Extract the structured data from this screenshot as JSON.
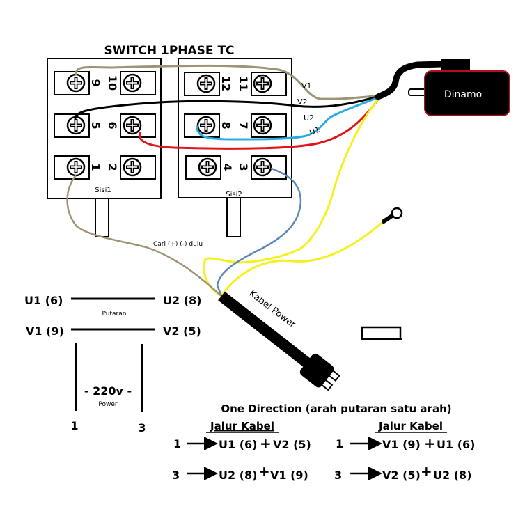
{
  "title": "SWITCH 1PHASE TC",
  "switch": {
    "side1": {
      "label": "Sisi1",
      "terminals": [
        {
          "id": "t9",
          "number": "9"
        },
        {
          "id": "t10",
          "number": "10"
        },
        {
          "id": "t5",
          "number": "5"
        },
        {
          "id": "t6",
          "number": "6"
        },
        {
          "id": "t1",
          "number": "1"
        },
        {
          "id": "t2",
          "number": "2"
        }
      ]
    },
    "side2": {
      "label": "Sisi2",
      "terminals": [
        {
          "id": "t12",
          "number": "12"
        },
        {
          "id": "t11",
          "number": "11"
        },
        {
          "id": "t8",
          "number": "8"
        },
        {
          "id": "t7",
          "number": "7"
        },
        {
          "id": "t4",
          "number": "4"
        },
        {
          "id": "t3",
          "number": "3"
        }
      ]
    }
  },
  "wires": {
    "v1": {
      "label": "V1",
      "color": "#9c9474"
    },
    "v2": {
      "label": "V2",
      "color": "#000000"
    },
    "u2": {
      "label": "U2",
      "color": "#29abe2"
    },
    "u1": {
      "label": "U1",
      "color": "#e0161c"
    },
    "earth": {
      "color": "#f5f01e"
    },
    "power_blue": {
      "color": "#5b86b8"
    }
  },
  "motor": {
    "label": "Dinamo",
    "fill": "#000000",
    "border": "#b01020"
  },
  "notes": {
    "find_polarity": "Cari (+) (-) dulu",
    "power_cable": "Kabel Power"
  },
  "legend": {
    "u1": "U1 (6)",
    "u2": "U2 (8)",
    "v1": "V1 (9)",
    "v2": "V2 (5)",
    "rotation": "Putaran",
    "voltage": "- 220v -",
    "power": "Power",
    "pin1": "1",
    "pin3": "3"
  },
  "direction": {
    "heading": "One Direction (arah putaran satu arah)",
    "columns": [
      {
        "title": "Jalur Kabel",
        "rows": [
          {
            "pin": "1",
            "a": "U1 (6)",
            "b": "V2 (5)"
          },
          {
            "pin": "3",
            "a": "U2 (8)",
            "b": "V1 (9)"
          }
        ]
      },
      {
        "title": "Jalur Kabel",
        "rows": [
          {
            "pin": "1",
            "a": "V1 (9)",
            "b": "U1 (6)"
          },
          {
            "pin": "3",
            "a": "V2 (5)",
            "b": "U2 (8)"
          }
        ]
      }
    ]
  }
}
